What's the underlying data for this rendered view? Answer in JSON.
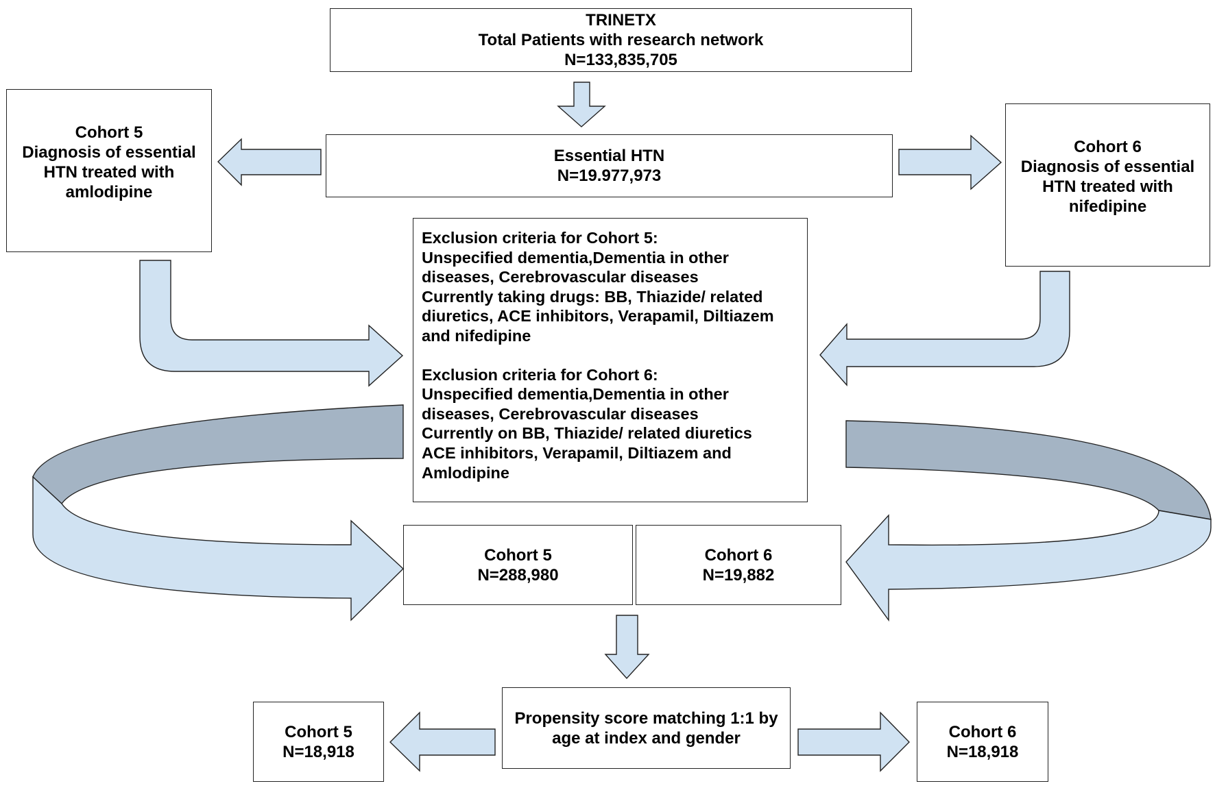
{
  "colors": {
    "arrow_fill": "#d0e2f2",
    "ribbon_back": "#a4b4c4",
    "stroke": "#222222"
  },
  "nodes": {
    "trinetx": {
      "lines": [
        "TRINETX",
        "Total Patients with research  network",
        "N=133,835,705"
      ]
    },
    "essential_htn": {
      "lines": [
        "Essential HTN",
        "N=19.977,973"
      ]
    },
    "cohort5_dx": {
      "lines": [
        "Cohort 5",
        "Diagnosis of essential",
        "HTN treated with",
        "amlodipine"
      ]
    },
    "cohort6_dx": {
      "lines": [
        "Cohort 6",
        "Diagnosis of essential",
        "HTN treated with",
        "nifedipine"
      ]
    },
    "exclusion": {
      "cohort5": [
        "Exclusion criteria for Cohort 5:",
        "Unspecified dementia,Dementia in other",
        "diseases, Cerebrovascular diseases",
        "Currently taking drugs:  BB, Thiazide/ related",
        "diuretics, ACE inhibitors, Verapamil, Diltiazem",
        "and nifedipine"
      ],
      "cohort6": [
        "Exclusion criteria for Cohort 6:",
        "Unspecified dementia,Dementia in other",
        "diseases, Cerebrovascular diseases",
        "Currently on BB, Thiazide/ related diuretics",
        "ACE inhibitors, Verapamil, Diltiazem and",
        "Amlodipine"
      ]
    },
    "cohort5_count": {
      "lines": [
        "Cohort 5",
        "N=288,980"
      ]
    },
    "cohort6_count": {
      "lines": [
        "Cohort 6",
        "N=19,882"
      ]
    },
    "psm": {
      "lines": [
        "Propensity score matching 1:1 by",
        "age at index and gender"
      ]
    },
    "cohort5_matched": {
      "lines": [
        "Cohort 5",
        "N=18,918"
      ]
    },
    "cohort6_matched": {
      "lines": [
        "Cohort 6",
        "N=18,918"
      ]
    }
  }
}
